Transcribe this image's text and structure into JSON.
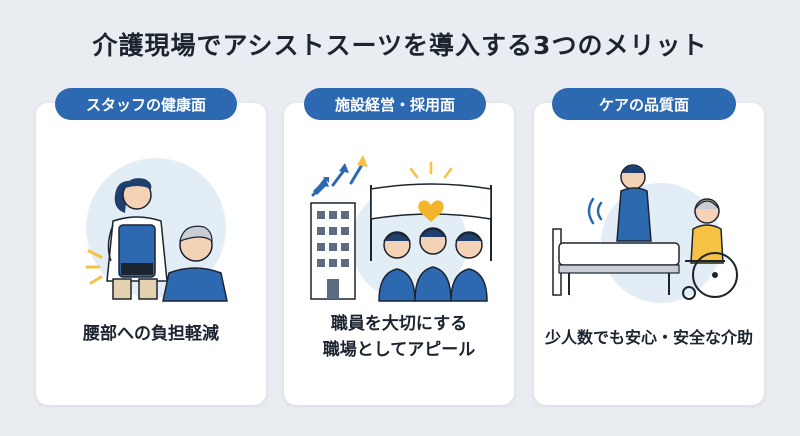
{
  "title": "介護現場でアシストスーツを導入する3つのメリット",
  "cards": [
    {
      "label": "スタッフの健康面",
      "caption_lines": [
        "腰部への負担軽減"
      ],
      "icon": "caregiver-with-assist-suit-icon"
    },
    {
      "label": "施設経営・採用面",
      "caption_lines": [
        "職員を大切にする",
        "職場としてアピール"
      ],
      "icon": "facility-staff-heart-banner-icon"
    },
    {
      "label": "ケアの品質面",
      "caption_lines": [
        "少人数でも安心・安全な介助"
      ],
      "icon": "caregiver-wheelchair-bed-icon"
    }
  ],
  "colors": {
    "background": "#e9ecf1",
    "pill": "#2d69b0",
    "card": "#ffffff",
    "accent_yellow": "#f5c243",
    "heart": "#f2b52c"
  }
}
